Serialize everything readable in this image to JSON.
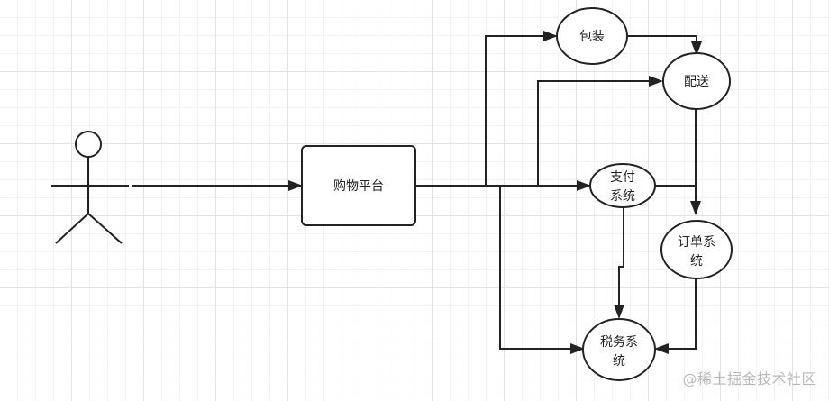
{
  "nodes": {
    "platform": "购物平台",
    "packaging": "包装",
    "delivery": "配送",
    "payment_line1": "支付",
    "payment_line2": "系统",
    "order_line1": "订单系",
    "order_line2": "统",
    "tax_line1": "税务系",
    "tax_line2": "统"
  },
  "watermark": "@稀土掘金技术社区",
  "colors": {
    "stroke": "#222222",
    "grid_major": "#e3e3e3",
    "grid_minor": "#f2f2f2",
    "watermark": "#b9b9b9"
  }
}
